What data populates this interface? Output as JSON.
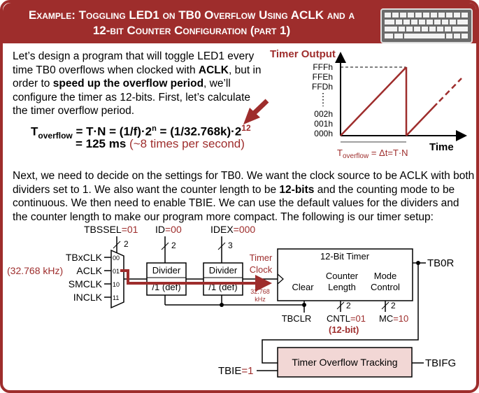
{
  "header": {
    "title_line1": "Example: Toggling LED1 on TB0 Overflow Using ACLK and a",
    "title_line2": "12-bit Counter Configuration (part 1)"
  },
  "intro": {
    "part1": "Let’s design a program that will toggle LED1 every time TB0 overflows when clocked with ",
    "aclk": "ACLK",
    "part2": ", but in order to ",
    "bold": "speed up the overflow period",
    "part3": ", we’ll configure the timer as 12-bits.  First, let’s calculate the timer overflow period."
  },
  "equation": {
    "line1_t": "T",
    "line1_sub": "overflow",
    "line1_body": " = T·N = (1/f)·2",
    "line1_n": "n",
    "line1_mid": " = (1/32.768k)·2",
    "line1_exp": "12",
    "line2_val": "= 125 ms",
    "line2_note": "(~8 times per second)"
  },
  "graph": {
    "title": "Timer Output",
    "ticks": [
      "FFFh",
      "FFEh",
      "FFDh",
      "002h",
      "001h",
      "000h"
    ],
    "x_label": "Time",
    "period_t": "T",
    "period_sub": "overflow",
    "period_eq": " = Δt=T·N"
  },
  "para2": {
    "p1": "Next, we need to decide on the settings for TB0.  We want the clock source to be ACLK with both dividers set to 1.  We also want the counter length to be ",
    "bold": "12-bits",
    "p2": " and the counting mode to be continuous.  We then need to enable TBIE.  We can use the default values for the dividers and the counter length to make our program more compact.  The following is our timer setup:"
  },
  "diagram": {
    "tbssel_name": "TBSSEL",
    "tbssel_val": "=01",
    "id_name": "ID",
    "id_val": "=00",
    "idex_name": "IDEX",
    "idex_val": "=000",
    "bus2": "2",
    "bus3": "3",
    "inputs": [
      "TBxCLK",
      "ACLK",
      "SMCLK",
      "INCLK"
    ],
    "mux_codes": [
      "00",
      "01",
      "10",
      "11"
    ],
    "aclk_freq": "(32.768 kHz)",
    "divider1_label": "Divider",
    "divider1_val": "/1 (def)",
    "divider2_label": "Divider",
    "divider2_val": "/1 (def)",
    "timer_clock_1": "Timer",
    "timer_clock_2": "Clock",
    "freq_1": "32.768",
    "freq_2": "kHz",
    "timer_title": "12-Bit Timer",
    "clear_label": "Clear",
    "counter_length_1": "Counter",
    "counter_length_2": "Length",
    "mode_control_1": "Mode",
    "mode_control_2": "Control",
    "tb0r": "TB0R",
    "tbclr": "TBCLR",
    "cntl_name": "CNTL",
    "cntl_val": "=01",
    "cntl_note": "(12-bit)",
    "mc_name": "MC",
    "mc_val": "=10",
    "overflow_box": "Timer Overflow Tracking",
    "tbie_name": "TBIE",
    "tbie_val": "=1",
    "tbifg": "TBIFG"
  },
  "colors": {
    "accent": "#9e2d2c",
    "overflow_fill": "#f2d7d5"
  }
}
